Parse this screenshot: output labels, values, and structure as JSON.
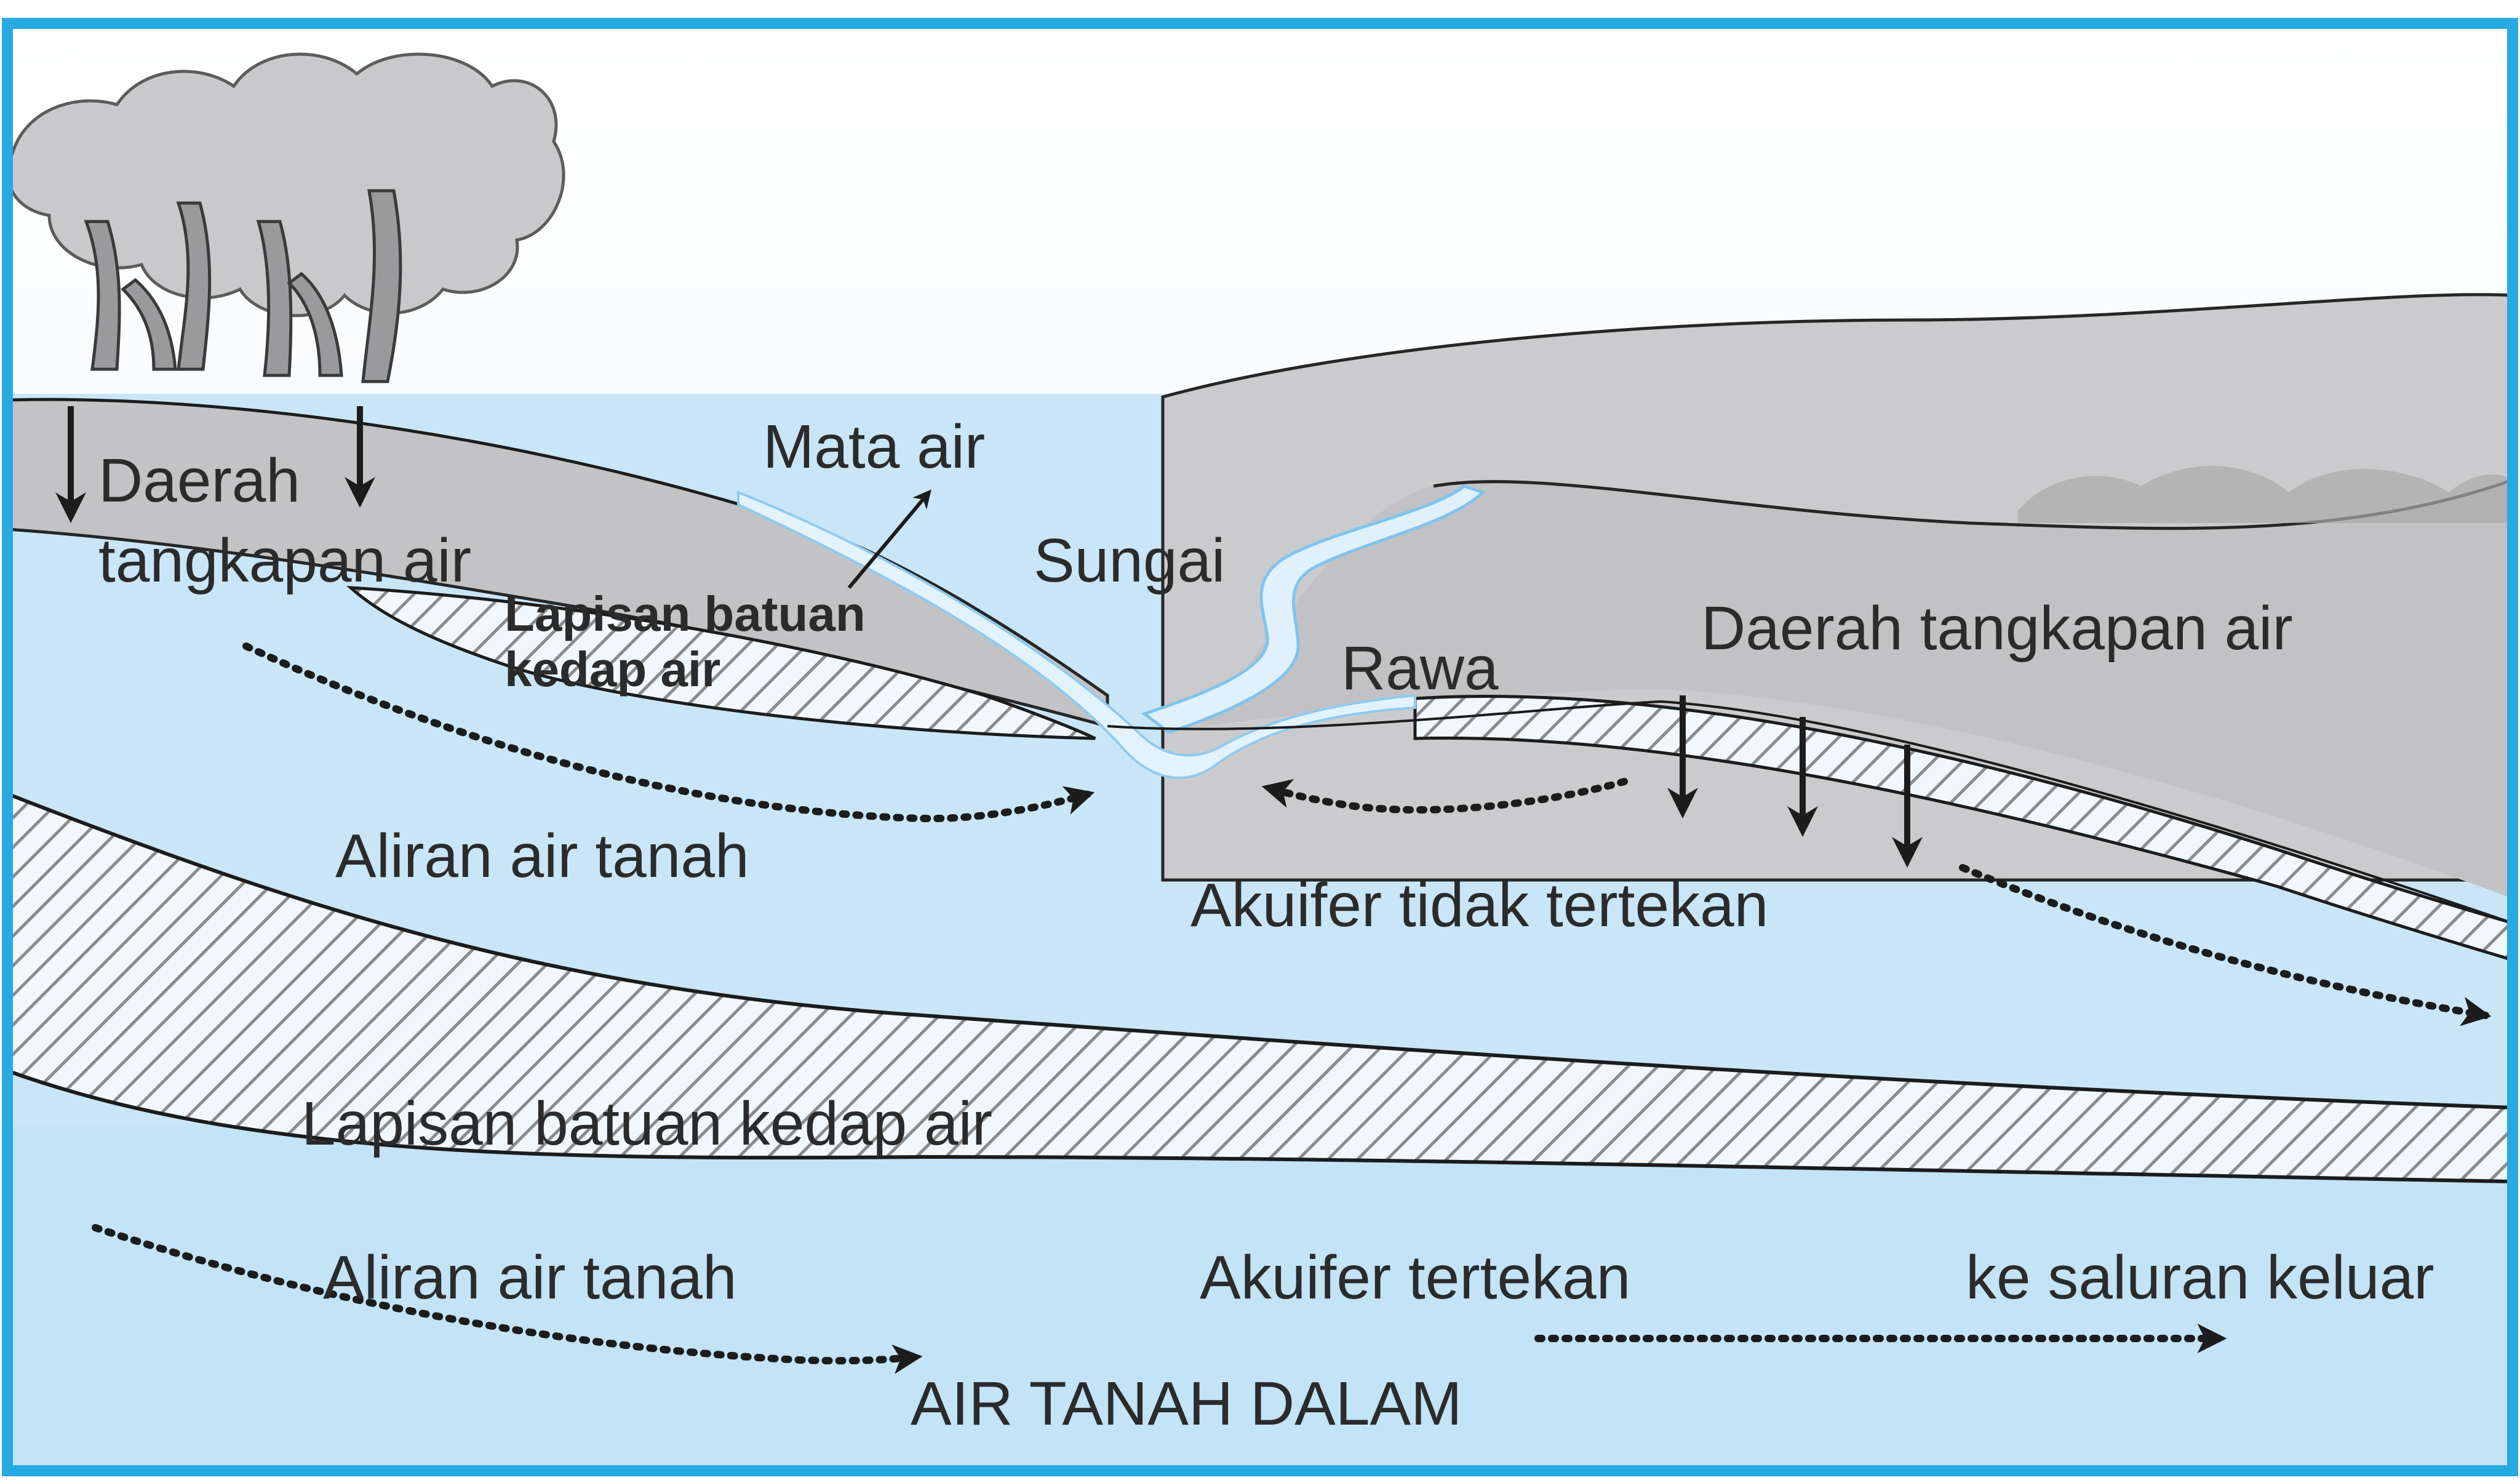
{
  "colors": {
    "sky": "#eaf5fb",
    "water": "#c9e6f8",
    "water_deep": "#b8ddf5",
    "land": "#c5c5c7",
    "land_dark": "#b4b4b6",
    "frame": "#27a9e1",
    "stream": "#e3f3fd",
    "text": "#2b2b2b"
  },
  "labels": {
    "daerah_left": "Daerah",
    "tangkapan_left": "tangkapan air",
    "mata_air": "Mata air",
    "sungai": "Sungai",
    "lapisan_small_1": "Lapisan batuan",
    "lapisan_small_2": "kedap air",
    "rawa": "Rawa",
    "daerah_tangkapan_right": "Daerah tangkapan air",
    "aliran_upper": "Aliran air tanah",
    "akuifer_tidak": "Akuifer tidak tertekan",
    "lapisan_main": "Lapisan batuan kedap air",
    "aliran_lower": "Aliran air tanah",
    "akuifer_tertekan": "Akuifer tertekan",
    "ke_saluran": "ke saluran keluar",
    "air_tanah_dalam": "AIR TANAH DALAM"
  },
  "icons": [
    "tree-icon",
    "arrow-down-icon",
    "dotted-arrow-icon"
  ]
}
